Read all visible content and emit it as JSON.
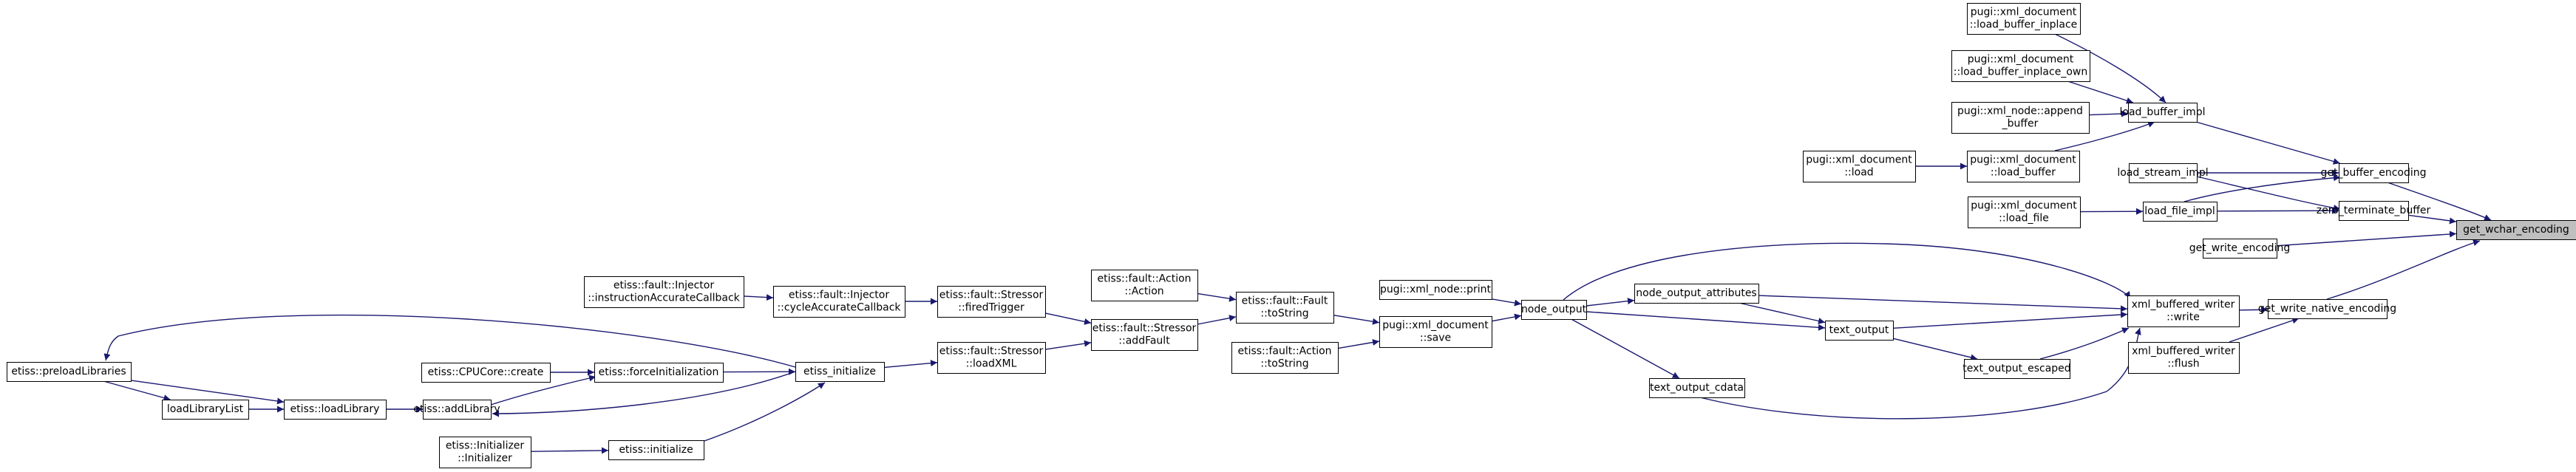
{
  "graph": {
    "nodes": [
      {
        "id": "get_wchar_encoding",
        "lines": [
          "get_wchar_encoding"
        ],
        "current": true
      },
      {
        "id": "get_buffer_encoding",
        "lines": [
          "get_buffer_encoding"
        ]
      },
      {
        "id": "zero_terminate_buffer",
        "lines": [
          "zero_terminate_buffer"
        ]
      },
      {
        "id": "get_write_encoding",
        "lines": [
          "get_write_encoding"
        ]
      },
      {
        "id": "get_write_native_encoding",
        "lines": [
          "get_write_native_encoding"
        ]
      },
      {
        "id": "load_buffer_impl",
        "lines": [
          "load_buffer_impl"
        ]
      },
      {
        "id": "load_stream_impl",
        "lines": [
          "load_stream_impl"
        ]
      },
      {
        "id": "load_file_impl",
        "lines": [
          "load_file_impl"
        ]
      },
      {
        "id": "pugi_load_buffer_inplace",
        "lines": [
          "pugi::xml_document",
          "::load_buffer_inplace"
        ]
      },
      {
        "id": "pugi_load_buffer_inplace_own",
        "lines": [
          "pugi::xml_document",
          "::load_buffer_inplace_own"
        ]
      },
      {
        "id": "pugi_append_buffer",
        "lines": [
          "pugi::xml_node::append",
          "_buffer"
        ]
      },
      {
        "id": "pugi_load_buffer",
        "lines": [
          "pugi::xml_document",
          "::load_buffer"
        ]
      },
      {
        "id": "pugi_load",
        "lines": [
          "pugi::xml_document",
          "::load"
        ]
      },
      {
        "id": "pugi_load_file",
        "lines": [
          "pugi::xml_document",
          "::load_file"
        ]
      },
      {
        "id": "xml_buffered_writer_write",
        "lines": [
          "xml_buffered_writer",
          "::write"
        ]
      },
      {
        "id": "xml_buffered_writer_flush",
        "lines": [
          "xml_buffered_writer",
          "::flush"
        ]
      },
      {
        "id": "node_output_attributes",
        "lines": [
          "node_output_attributes"
        ]
      },
      {
        "id": "text_output",
        "lines": [
          "text_output"
        ]
      },
      {
        "id": "text_output_escaped",
        "lines": [
          "text_output_escaped"
        ]
      },
      {
        "id": "text_output_cdata",
        "lines": [
          "text_output_cdata"
        ]
      },
      {
        "id": "node_output",
        "lines": [
          "node_output"
        ]
      },
      {
        "id": "pugi_print",
        "lines": [
          "pugi::xml_node::print"
        ]
      },
      {
        "id": "pugi_save",
        "lines": [
          "pugi::xml_document",
          "::save"
        ]
      },
      {
        "id": "fault_tostring",
        "lines": [
          "etiss::fault::Fault",
          "::toString"
        ]
      },
      {
        "id": "action_tostring",
        "lines": [
          "etiss::fault::Action",
          "::toString"
        ]
      },
      {
        "id": "action_action",
        "lines": [
          "etiss::fault::Action",
          "::Action"
        ]
      },
      {
        "id": "stressor_addfault",
        "lines": [
          "etiss::fault::Stressor",
          "::addFault"
        ]
      },
      {
        "id": "stressor_firedtrigger",
        "lines": [
          "etiss::fault::Stressor",
          "::firedTrigger"
        ]
      },
      {
        "id": "stressor_loadxml",
        "lines": [
          "etiss::fault::Stressor",
          "::loadXML"
        ]
      },
      {
        "id": "injector_cycle",
        "lines": [
          "etiss::fault::Injector",
          "::cycleAccurateCallback"
        ]
      },
      {
        "id": "injector_instruction",
        "lines": [
          "etiss::fault::Injector",
          "::instructionAccurateCallback"
        ]
      },
      {
        "id": "etiss_initialize_big",
        "lines": [
          "etiss_initialize"
        ]
      },
      {
        "id": "etiss_forceinit",
        "lines": [
          "etiss::forceInitialization"
        ]
      },
      {
        "id": "cpucore_create",
        "lines": [
          "etiss::CPUCore::create"
        ]
      },
      {
        "id": "etiss_addlibrary",
        "lines": [
          "etiss::addLibrary"
        ]
      },
      {
        "id": "etiss_initialize_small",
        "lines": [
          "etiss::initialize"
        ]
      },
      {
        "id": "initializer_initializer",
        "lines": [
          "etiss::Initializer",
          "::Initializer"
        ]
      },
      {
        "id": "etiss_loadlibrary",
        "lines": [
          "etiss::loadLibrary"
        ]
      },
      {
        "id": "loadlibrarylist",
        "lines": [
          "loadLibraryList"
        ]
      },
      {
        "id": "etiss_preloadlibraries",
        "lines": [
          "etiss::preloadLibraries"
        ]
      }
    ],
    "edges": [
      [
        "get_buffer_encoding",
        "get_wchar_encoding"
      ],
      [
        "zero_terminate_buffer",
        "get_wchar_encoding"
      ],
      [
        "get_write_encoding",
        "get_wchar_encoding"
      ],
      [
        "get_write_native_encoding",
        "get_wchar_encoding"
      ],
      [
        "load_buffer_impl",
        "get_buffer_encoding"
      ],
      [
        "load_stream_impl",
        "get_buffer_encoding"
      ],
      [
        "load_file_impl",
        "get_buffer_encoding"
      ],
      [
        "load_stream_impl",
        "zero_terminate_buffer"
      ],
      [
        "load_file_impl",
        "zero_terminate_buffer"
      ],
      [
        "pugi_load_buffer_inplace",
        "load_buffer_impl"
      ],
      [
        "pugi_load_buffer_inplace_own",
        "load_buffer_impl"
      ],
      [
        "pugi_append_buffer",
        "load_buffer_impl"
      ],
      [
        "pugi_load_buffer",
        "load_buffer_impl"
      ],
      [
        "pugi_load",
        "pugi_load_buffer"
      ],
      [
        "pugi_load_file",
        "load_file_impl"
      ],
      [
        "xml_buffered_writer_write",
        "get_write_native_encoding"
      ],
      [
        "xml_buffered_writer_flush",
        "get_write_native_encoding"
      ],
      [
        "node_output",
        "xml_buffered_writer_write"
      ],
      [
        "node_output_attributes",
        "xml_buffered_writer_write"
      ],
      [
        "text_output",
        "xml_buffered_writer_write"
      ],
      [
        "text_output_escaped",
        "xml_buffered_writer_write"
      ],
      [
        "text_output_cdata",
        "xml_buffered_writer_write"
      ],
      [
        "node_output_attributes",
        "text_output"
      ],
      [
        "node_output",
        "node_output_attributes"
      ],
      [
        "node_output",
        "text_output"
      ],
      [
        "node_output",
        "text_output_cdata"
      ],
      [
        "text_output",
        "text_output_escaped"
      ],
      [
        "pugi_print",
        "node_output"
      ],
      [
        "pugi_save",
        "node_output"
      ],
      [
        "fault_tostring",
        "pugi_save"
      ],
      [
        "action_tostring",
        "pugi_save"
      ],
      [
        "action_action",
        "fault_tostring"
      ],
      [
        "stressor_addfault",
        "fault_tostring"
      ],
      [
        "stressor_firedtrigger",
        "stressor_addfault"
      ],
      [
        "stressor_loadxml",
        "stressor_addfault"
      ],
      [
        "injector_cycle",
        "stressor_firedtrigger"
      ],
      [
        "injector_instruction",
        "injector_cycle"
      ],
      [
        "etiss_initialize_big",
        "stressor_loadxml"
      ],
      [
        "etiss_forceinit",
        "etiss_initialize_big"
      ],
      [
        "etiss_initialize_small",
        "etiss_initialize_big"
      ],
      [
        "etiss_initialize_big",
        "etiss_addlibrary"
      ],
      [
        "etiss_initialize_big",
        "etiss_preloadlibraries"
      ],
      [
        "cpucore_create",
        "etiss_forceinit"
      ],
      [
        "etiss_addlibrary",
        "etiss_forceinit"
      ],
      [
        "etiss_loadlibrary",
        "etiss_addlibrary"
      ],
      [
        "initializer_initializer",
        "etiss_initialize_small"
      ],
      [
        "loadlibrarylist",
        "etiss_loadlibrary"
      ],
      [
        "etiss_preloadlibraries",
        "loadlibrarylist"
      ],
      [
        "etiss_preloadlibraries",
        "etiss_loadlibrary"
      ]
    ]
  }
}
